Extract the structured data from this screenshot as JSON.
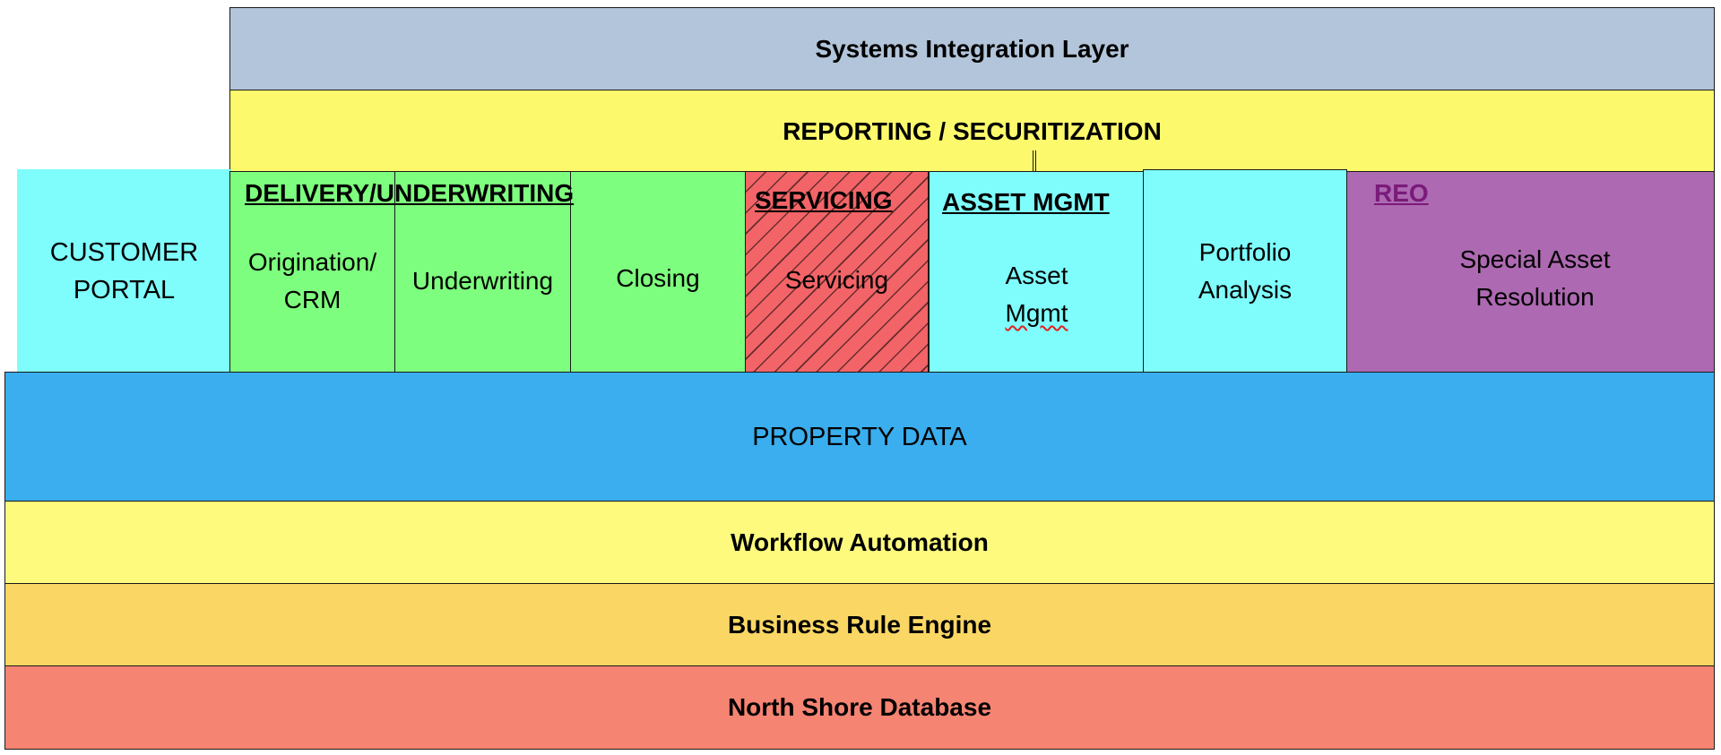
{
  "layers": {
    "systems_integration": "Systems Integration Layer",
    "reporting": "REPORTING / SECURITIZATION",
    "property_data": "PROPERTY DATA",
    "workflow": "Workflow Automation",
    "business_rules": "Business Rule Engine",
    "database": "North Shore Database"
  },
  "customer_portal": {
    "line1": "CUSTOMER",
    "line2": "PORTAL"
  },
  "delivery": {
    "heading": "DELIVERY/UNDERWRITING",
    "origination": {
      "line1": "Origination/",
      "line2": "CRM"
    },
    "underwriting": "Underwriting",
    "closing": "Closing"
  },
  "servicing": {
    "heading": "SERVICING",
    "label": "Servicing"
  },
  "asset_mgmt": {
    "heading": "ASSET MGMT",
    "asset": {
      "line1": "Asset",
      "line2": "Mgmt"
    },
    "portfolio": {
      "line1": "Portfolio",
      "line2": "Analysis"
    }
  },
  "reo": {
    "heading": "REO",
    "resolution": {
      "line1": "Special Asset",
      "line2": "Resolution"
    }
  },
  "colors": {
    "systems_integration": "#b3c5da",
    "reporting": "#fcfa6c",
    "customer_portal": "#7ffdfd",
    "delivery_green": "#7efe7e",
    "servicing_red": "#f26467",
    "asset_cyan": "#7ffdfd",
    "reo_purple": "#ad69b1",
    "reo_heading": "#7a1a7a",
    "property_data": "#3aaeee",
    "workflow": "#fdfa7e",
    "business_rules": "#fad764",
    "database": "#f68472"
  }
}
